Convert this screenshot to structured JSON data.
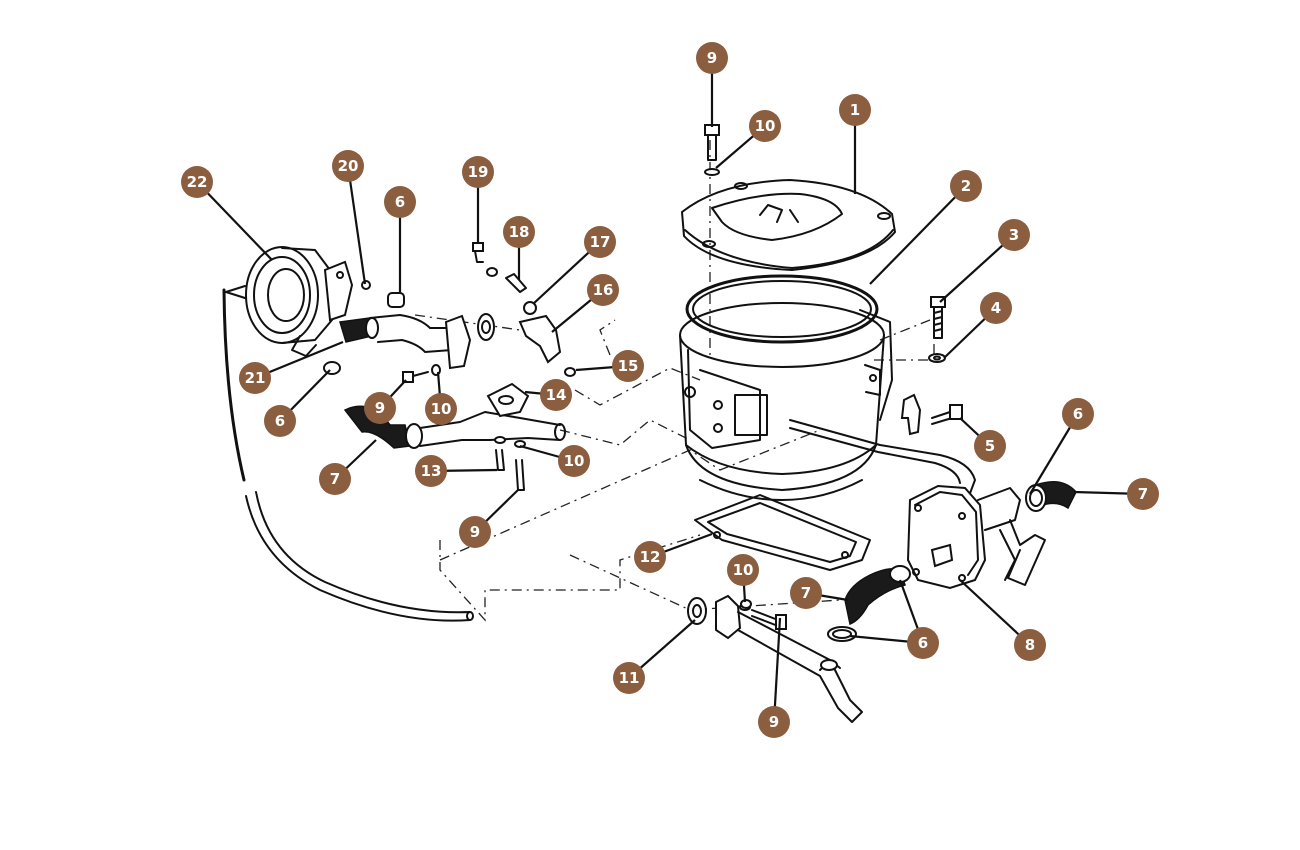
{
  "diagram": {
    "callout_color": "#8a5e3f",
    "callouts": [
      {
        "id": "c1",
        "label": "1",
        "part": "top-cover"
      },
      {
        "id": "c2",
        "label": "2",
        "part": "sealing-ring"
      },
      {
        "id": "c3",
        "label": "3",
        "part": "bolt"
      },
      {
        "id": "c4",
        "label": "4",
        "part": "washer"
      },
      {
        "id": "c5",
        "label": "5",
        "part": "bracket-bolt"
      },
      {
        "id": "c6a",
        "label": "6",
        "part": "hose-clamp"
      },
      {
        "id": "c6b",
        "label": "6",
        "part": "hose-clamp"
      },
      {
        "id": "c6c",
        "label": "6",
        "part": "hose-clamp"
      },
      {
        "id": "c6d",
        "label": "6",
        "part": "hose-clamp"
      },
      {
        "id": "c7a",
        "label": "7",
        "part": "hose"
      },
      {
        "id": "c7b",
        "label": "7",
        "part": "hose"
      },
      {
        "id": "c7c",
        "label": "7",
        "part": "hose"
      },
      {
        "id": "c8",
        "label": "8",
        "part": "valve-housing"
      },
      {
        "id": "c9a",
        "label": "9",
        "part": "screw"
      },
      {
        "id": "c9b",
        "label": "9",
        "part": "screw"
      },
      {
        "id": "c9c",
        "label": "9",
        "part": "screw"
      },
      {
        "id": "c9d",
        "label": "9",
        "part": "screw"
      },
      {
        "id": "c10a",
        "label": "10",
        "part": "washer"
      },
      {
        "id": "c10b",
        "label": "10",
        "part": "washer"
      },
      {
        "id": "c10c",
        "label": "10",
        "part": "washer"
      },
      {
        "id": "c10d",
        "label": "10",
        "part": "washer"
      },
      {
        "id": "c11",
        "label": "11",
        "part": "gasket"
      },
      {
        "id": "c12",
        "label": "12",
        "part": "base-gasket"
      },
      {
        "id": "c13",
        "label": "13",
        "part": "screw"
      },
      {
        "id": "c14",
        "label": "14",
        "part": "gasket"
      },
      {
        "id": "c15",
        "label": "15",
        "part": "o-ring"
      },
      {
        "id": "c16",
        "label": "16",
        "part": "connector"
      },
      {
        "id": "c17",
        "label": "17",
        "part": "washer"
      },
      {
        "id": "c18",
        "label": "18",
        "part": "union"
      },
      {
        "id": "c19",
        "label": "19",
        "part": "screw"
      },
      {
        "id": "c20",
        "label": "20",
        "part": "screw"
      },
      {
        "id": "c21",
        "label": "21",
        "part": "hose"
      },
      {
        "id": "c22",
        "label": "22",
        "part": "vacuum-unit"
      }
    ]
  }
}
